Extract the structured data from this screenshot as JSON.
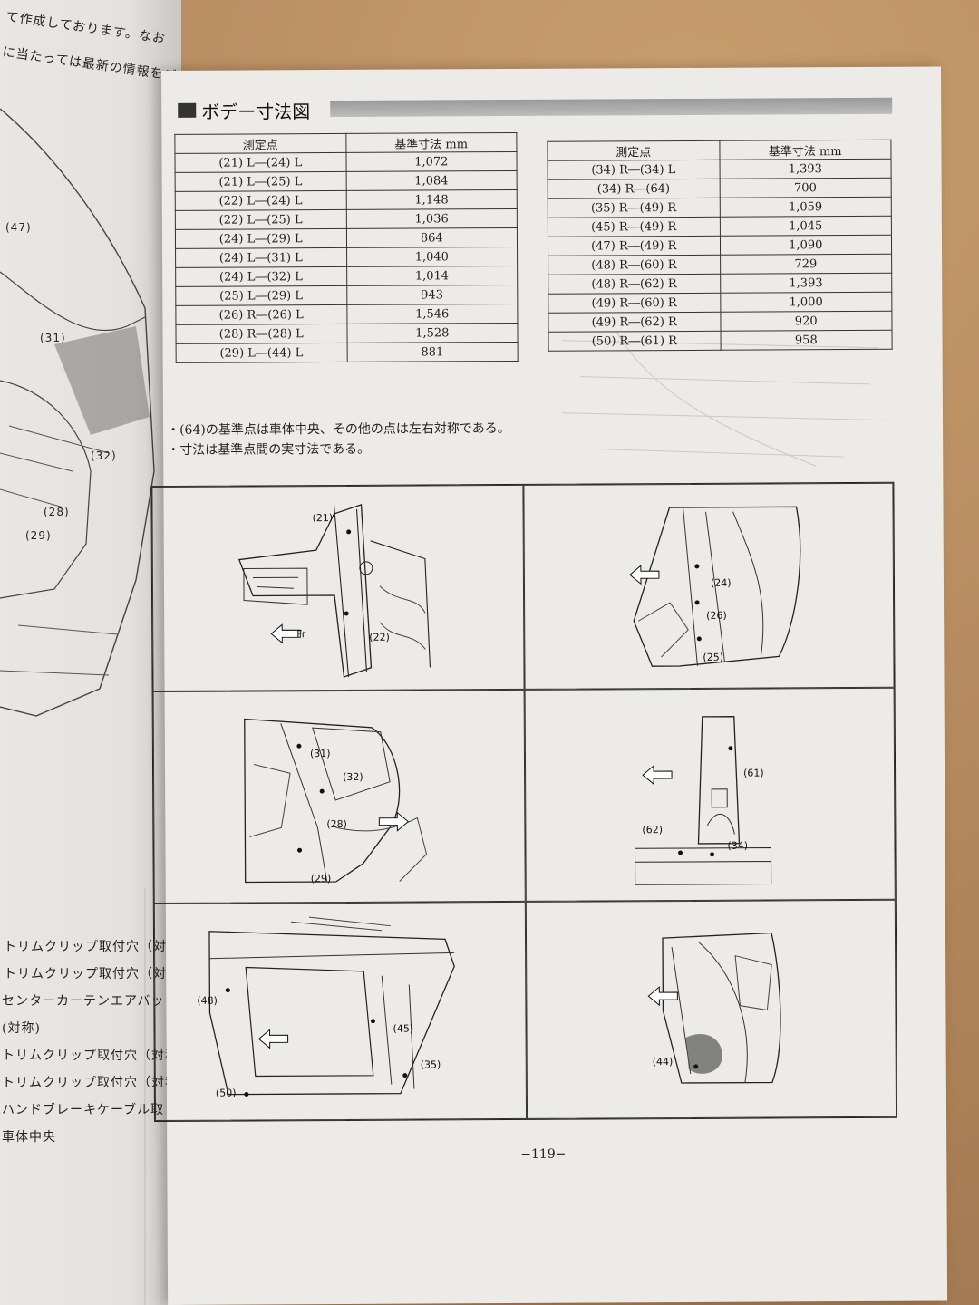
{
  "page": {
    "section_title": "ボデー寸法図",
    "page_number": "−119−"
  },
  "left_page": {
    "top_lines": [
      "て作成しております。なお",
      "に当たっては最新の情報をご"
    ],
    "callouts": [
      "(47)",
      "(31)",
      "(32)",
      "(28)",
      "(29)"
    ],
    "legend_lines": [
      "トリムクリップ取付穴（対称",
      "トリムクリップ取付穴（対称",
      "センターカーテンエアバッ",
      "(対称)",
      "トリムクリップ取付穴（対称",
      "トリムクリップ取付穴（対称",
      "ハンドブレーキケーブル取",
      "車体中央"
    ]
  },
  "table_left": {
    "headers": [
      "測定点",
      "基準寸法 mm"
    ],
    "rows": [
      [
        "(21) L―(24) L",
        "1,072"
      ],
      [
        "(21) L―(25) L",
        "1,084"
      ],
      [
        "(22) L―(24) L",
        "1,148"
      ],
      [
        "(22) L―(25) L",
        "1,036"
      ],
      [
        "(24) L―(29) L",
        "864"
      ],
      [
        "(24) L―(31) L",
        "1,040"
      ],
      [
        "(24) L―(32) L",
        "1,014"
      ],
      [
        "(25) L―(29) L",
        "943"
      ],
      [
        "(26) R―(26) L",
        "1,546"
      ],
      [
        "(28) R―(28) L",
        "1,528"
      ],
      [
        "(29) L―(44) L",
        "881"
      ]
    ]
  },
  "table_right": {
    "headers": [
      "測定点",
      "基準寸法 mm"
    ],
    "rows": [
      [
        "(34) R―(34) L",
        "1,393"
      ],
      [
        "(34) R―(64)",
        "700"
      ],
      [
        "(35) R―(49) R",
        "1,059"
      ],
      [
        "(45) R―(49) R",
        "1,045"
      ],
      [
        "(47) R―(49) R",
        "1,090"
      ],
      [
        "(48) R―(60) R",
        "729"
      ],
      [
        "(48) R―(62) R",
        "1,393"
      ],
      [
        "(49) R―(60) R",
        "1,000"
      ],
      [
        "(49) R―(62) R",
        "920"
      ],
      [
        "(50) R―(61) R",
        "958"
      ]
    ]
  },
  "notes": [
    "・(64)の基準点は車体中央、その他の点は左右対称である。",
    "・寸法は基準点間の実寸法である。"
  ],
  "figures": {
    "fig1": [
      "(21)",
      "(22)"
    ],
    "fig2": [
      "(24)",
      "(26)",
      "(25)"
    ],
    "fig3": [
      "(31)",
      "(32)",
      "(28)",
      "(29)"
    ],
    "fig4": [
      "(61)",
      "(62)",
      "(34)"
    ],
    "fig5": [
      "(48)",
      "(45)",
      "(35)",
      "(50)"
    ],
    "fig6": [
      "(44)"
    ],
    "fr_arrow": "Fr"
  }
}
